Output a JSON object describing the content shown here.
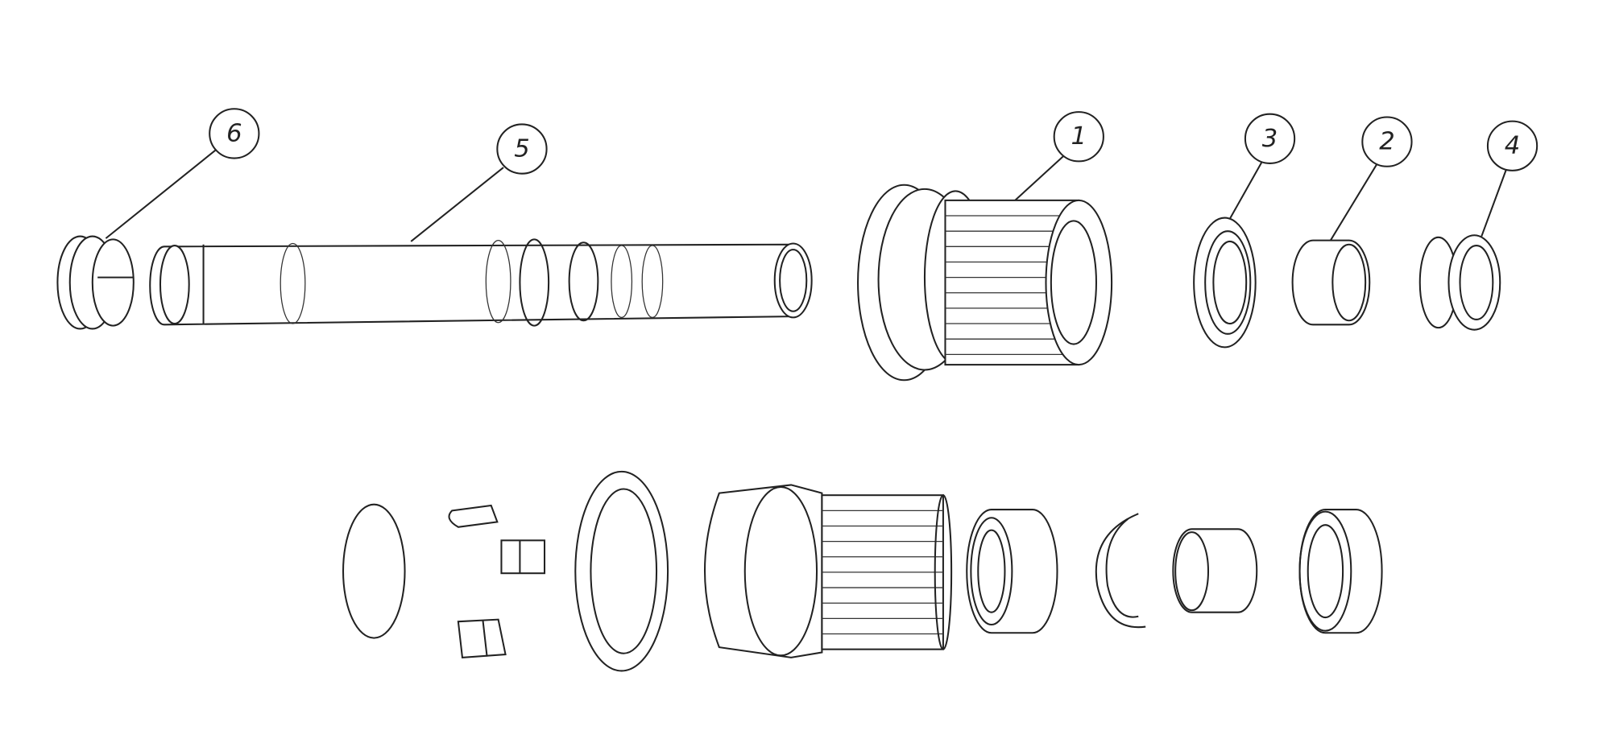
{
  "diagram": {
    "type": "exploded-view technical drawing",
    "callouts": [
      {
        "id": "callout-6",
        "label": "6"
      },
      {
        "id": "callout-5",
        "label": "5"
      },
      {
        "id": "callout-1",
        "label": "1"
      },
      {
        "id": "callout-3",
        "label": "3"
      },
      {
        "id": "callout-2",
        "label": "2"
      },
      {
        "id": "callout-4",
        "label": "4"
      }
    ],
    "colors": {
      "line": "#222222",
      "background": "#ffffff"
    }
  }
}
